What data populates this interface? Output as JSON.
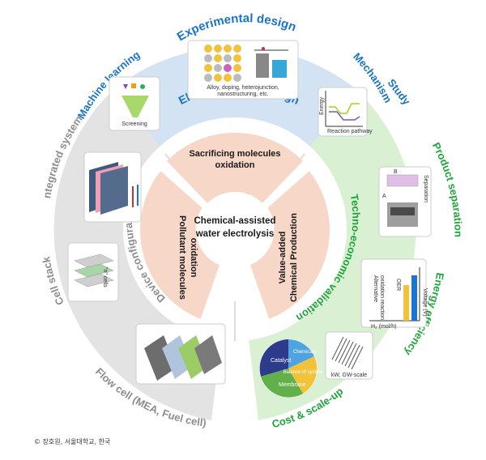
{
  "diagram": {
    "center": {
      "line1": "Chemical-assisted",
      "line2": "water electrolysis"
    },
    "inner_petals": {
      "top": [
        "Sacrificing molecules",
        "oxidation"
      ],
      "left": [
        "Pollutant molecules",
        "oxidation"
      ],
      "right": [
        "Value-added",
        "Chemical Production"
      ]
    },
    "middle_ring": {
      "top": "Electrocatalyst design",
      "left": "Device configuration",
      "right": "Techno-economic validation"
    },
    "outer_ring": {
      "top": {
        "title": "Experimental design",
        "left": "Machine learning",
        "right": [
          "Mechanism",
          "Study"
        ]
      },
      "left": {
        "top": "Integrated system",
        "middle": "Cell stack",
        "bottom": "Flow cell (MEA, Fuel cell)"
      },
      "right": {
        "top": "Product separation",
        "middle": "Energy efficiency",
        "bottom": "Cost & scale-up"
      }
    },
    "panels": {
      "alloy": [
        "Alloy, doping, heterojunction,",
        "nanostructuring, etc."
      ],
      "screening": "Screening",
      "energy_axis": "Energy",
      "reaction_axis": "Reaction pathway",
      "separation_label": "Separation",
      "sep_a": "A",
      "sep_b": "B",
      "cells_label": "\"n\" cells",
      "alt_oxidation": [
        "Alternative",
        "oxidation reaction"
      ],
      "oer": "OER",
      "h2_axis": "H₂ (mol/h)",
      "voltage_axis": "Voltage (V)",
      "pie": [
        "Catalyst",
        "Chemicals",
        "Balance of system",
        "Membrane"
      ],
      "scale_label": "kW, GW-scale"
    },
    "credit": "© 장호원, 서울대학교, 한국"
  },
  "colors": {
    "top_ring": "#d3e3f3",
    "left_ring": "#e3e3e3",
    "right_ring": "#d9f0d3",
    "middle_ring": "#ffffff",
    "petal": "#f7d7c7",
    "blue_text": "#1a73c9",
    "green_text": "#1fa53a",
    "gray_text": "#8d8d8d",
    "dark_text": "#1a1a1a"
  }
}
